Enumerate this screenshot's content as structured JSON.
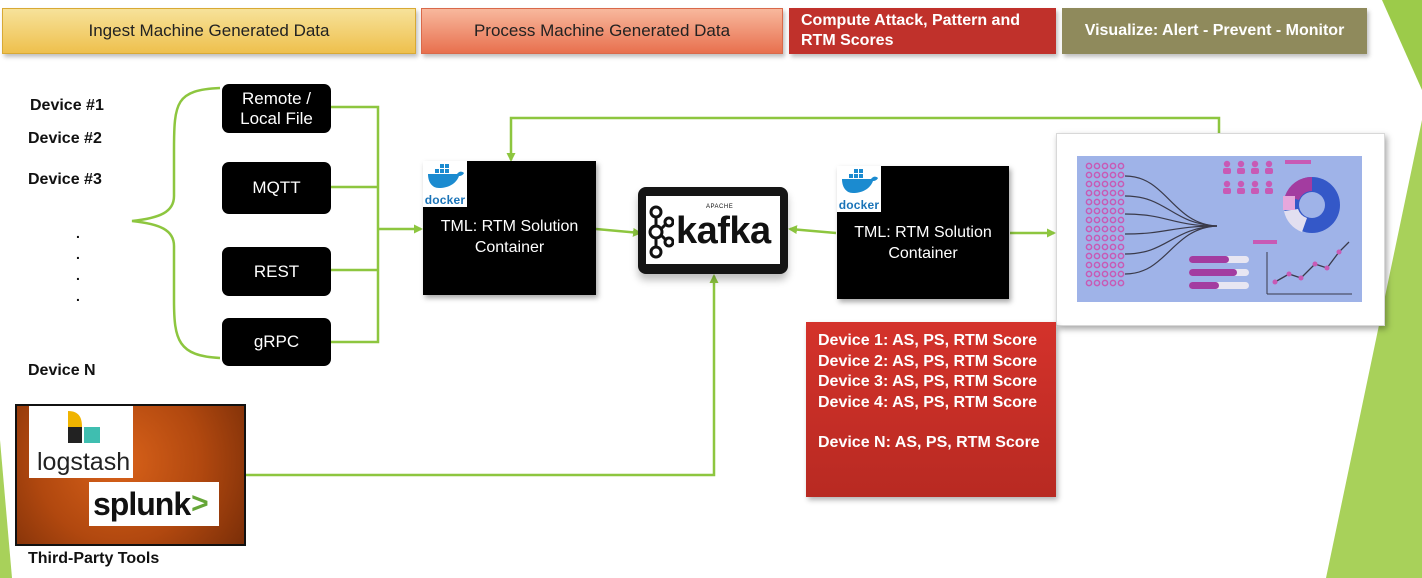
{
  "headers": [
    "Ingest Machine Generated Data",
    "Process Machine Generated Data",
    "Compute Attack, Pattern and RTM Scores",
    "Visualize: Alert - Prevent - Monitor"
  ],
  "devices": [
    "Device #1",
    "Device #2",
    "Device #3",
    "Device N"
  ],
  "ellipsis": ".",
  "protocols": [
    {
      "line1": "Remote /",
      "line2": "Local File"
    },
    {
      "line1": "MQTT",
      "line2": ""
    },
    {
      "line1": "REST",
      "line2": ""
    },
    {
      "line1": "gRPC",
      "line2": ""
    }
  ],
  "tml_container": {
    "line1": "TML: RTM Solution",
    "line2": "Container"
  },
  "docker_label": "docker",
  "kafka": {
    "apache": "APACHE",
    "name": "kafka"
  },
  "scores": [
    {
      "device": "Device 1",
      "value": ": AS, PS, RTM Score"
    },
    {
      "device": "Device 2",
      "value": ": AS, PS, RTM Score"
    },
    {
      "device": "Device 3",
      "value": ": AS, PS, RTM Score"
    },
    {
      "device": "Device 4",
      "value": ": AS, PS, RTM Score"
    },
    {
      "device": "Device N",
      "value": ": AS, PS, RTM Score"
    }
  ],
  "third_party": {
    "logstash": "logstash",
    "splunk": "splunk",
    "splunk_chevron": ">",
    "caption": "Third-Party Tools"
  },
  "colors": {
    "connector": "#8dc63f",
    "accent_green": "#9ccb4a",
    "score_box": "#c0312b"
  }
}
